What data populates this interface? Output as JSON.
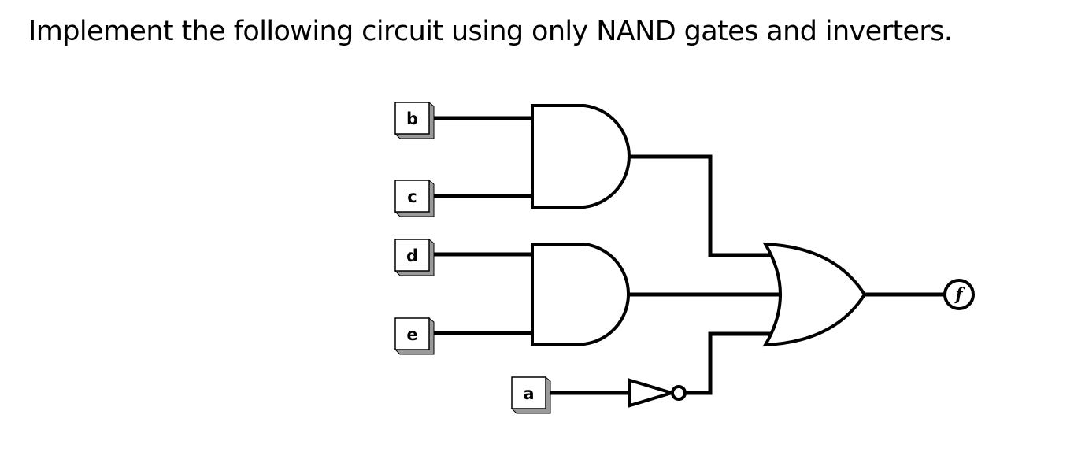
{
  "question": {
    "text": "Implement the following circuit using only NAND gates and inverters."
  },
  "circuit": {
    "inputs": [
      {
        "id": "b",
        "label": "b"
      },
      {
        "id": "c",
        "label": "c"
      },
      {
        "id": "d",
        "label": "d"
      },
      {
        "id": "e",
        "label": "e"
      },
      {
        "id": "a",
        "label": "a"
      }
    ],
    "gates": [
      {
        "id": "and1",
        "type": "AND",
        "inputs": [
          "b",
          "c"
        ]
      },
      {
        "id": "and2",
        "type": "AND",
        "inputs": [
          "d",
          "e"
        ]
      },
      {
        "id": "not1",
        "type": "NOT",
        "inputs": [
          "a"
        ]
      },
      {
        "id": "or1",
        "type": "OR",
        "inputs": [
          "and1",
          "and2",
          "not1"
        ]
      }
    ],
    "output": {
      "id": "f",
      "label": "f",
      "source": "or1"
    }
  }
}
